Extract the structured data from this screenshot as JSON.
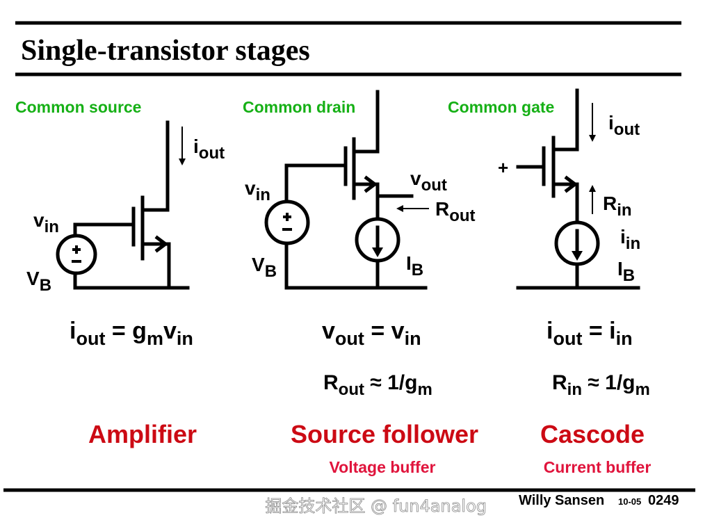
{
  "title": "Single-transistor stages",
  "colors": {
    "green": "#16b016",
    "red": "#cc0a14",
    "subtitle_red": "#e0143c"
  },
  "stages": [
    {
      "heading": "Common source",
      "labels": {
        "iout": [
          "i",
          "out"
        ],
        "vin": [
          "v",
          "in"
        ],
        "vb": [
          "V",
          "B"
        ]
      },
      "equations": [
        {
          "text": [
            "i",
            "out",
            " = g",
            "m",
            "v",
            "in"
          ]
        }
      ],
      "name": "Amplifier",
      "subtitle": ""
    },
    {
      "heading": "Common drain",
      "labels": {
        "vin": [
          "v",
          "in"
        ],
        "vb": [
          "V",
          "B"
        ],
        "vout": [
          "v",
          "out"
        ],
        "rout": [
          "R",
          "out"
        ],
        "ib": [
          "I",
          "B"
        ]
      },
      "equations": [
        {
          "text": [
            "v",
            "out",
            " = v",
            "in"
          ]
        },
        {
          "text": [
            "R",
            "out",
            " ≈ 1/g",
            "m"
          ]
        }
      ],
      "name": "Source follower",
      "subtitle": "Voltage buffer"
    },
    {
      "heading": "Common gate",
      "labels": {
        "plus": "+",
        "iout": [
          "i",
          "out"
        ],
        "rin": [
          "R",
          "in"
        ],
        "iin": [
          "i",
          "in"
        ],
        "ib": [
          "I",
          "B"
        ]
      },
      "equations": [
        {
          "text": [
            "i",
            "out",
            " = i",
            "in"
          ]
        },
        {
          "text": [
            "R",
            "in",
            " ≈ 1/g",
            "m"
          ]
        }
      ],
      "name": "Cascode",
      "subtitle": "Current buffer"
    }
  ],
  "footer": {
    "author": "Willy Sansen",
    "date": "10-05",
    "page": "0249",
    "watermark": "掘金技术社区 @ fun4analog"
  }
}
